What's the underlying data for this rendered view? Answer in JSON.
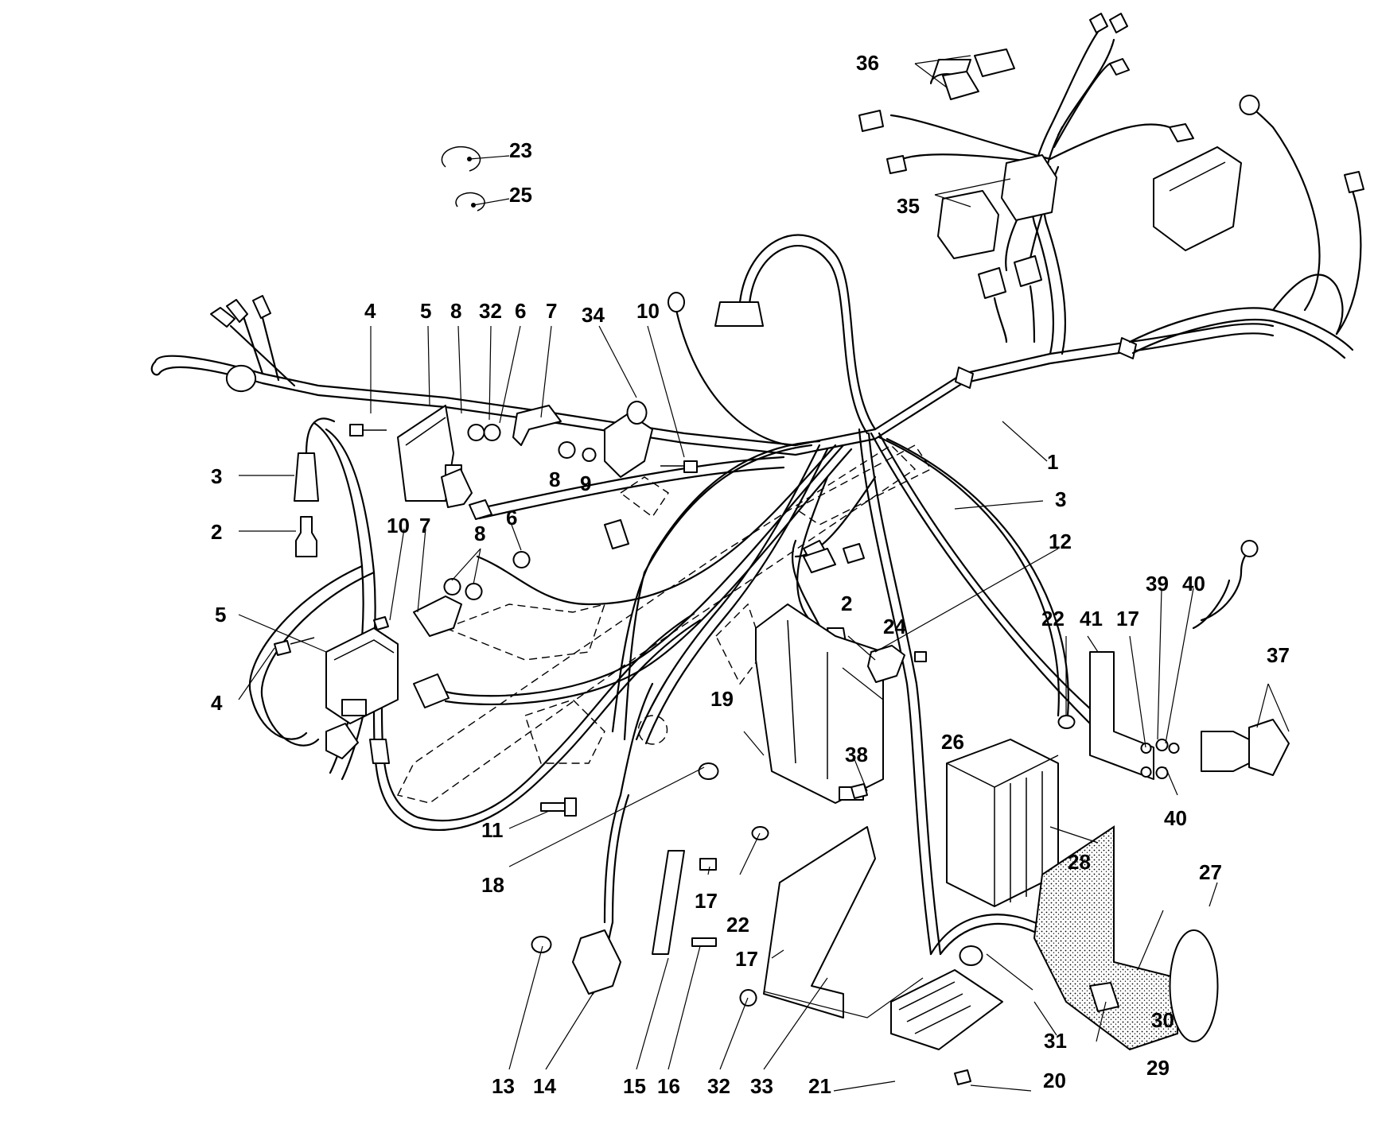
{
  "diagram": {
    "callouts": [
      {
        "id": "c1",
        "label": "1"
      },
      {
        "id": "c2a",
        "label": "2"
      },
      {
        "id": "c2b",
        "label": "2"
      },
      {
        "id": "c3a",
        "label": "3"
      },
      {
        "id": "c3b",
        "label": "3"
      },
      {
        "id": "c4a",
        "label": "4"
      },
      {
        "id": "c4b",
        "label": "4"
      },
      {
        "id": "c5a",
        "label": "5"
      },
      {
        "id": "c5b",
        "label": "5"
      },
      {
        "id": "c6a",
        "label": "6"
      },
      {
        "id": "c6b",
        "label": "6"
      },
      {
        "id": "c7a",
        "label": "7"
      },
      {
        "id": "c7b",
        "label": "7"
      },
      {
        "id": "c8a",
        "label": "8"
      },
      {
        "id": "c8b",
        "label": "8"
      },
      {
        "id": "c8c",
        "label": "8"
      },
      {
        "id": "c9",
        "label": "9"
      },
      {
        "id": "c10a",
        "label": "10"
      },
      {
        "id": "c10b",
        "label": "10"
      },
      {
        "id": "c11",
        "label": "11"
      },
      {
        "id": "c12",
        "label": "12"
      },
      {
        "id": "c13",
        "label": "13"
      },
      {
        "id": "c14",
        "label": "14"
      },
      {
        "id": "c15",
        "label": "15"
      },
      {
        "id": "c16",
        "label": "16"
      },
      {
        "id": "c17a",
        "label": "17"
      },
      {
        "id": "c17b",
        "label": "17"
      },
      {
        "id": "c17c",
        "label": "17"
      },
      {
        "id": "c18",
        "label": "18"
      },
      {
        "id": "c19",
        "label": "19"
      },
      {
        "id": "c20",
        "label": "20"
      },
      {
        "id": "c21",
        "label": "21"
      },
      {
        "id": "c22a",
        "label": "22"
      },
      {
        "id": "c22b",
        "label": "22"
      },
      {
        "id": "c23",
        "label": "23"
      },
      {
        "id": "c24",
        "label": "24"
      },
      {
        "id": "c25",
        "label": "25"
      },
      {
        "id": "c26",
        "label": "26"
      },
      {
        "id": "c27",
        "label": "27"
      },
      {
        "id": "c28",
        "label": "28"
      },
      {
        "id": "c29",
        "label": "29"
      },
      {
        "id": "c30",
        "label": "30"
      },
      {
        "id": "c31",
        "label": "31"
      },
      {
        "id": "c32a",
        "label": "32"
      },
      {
        "id": "c32b",
        "label": "32"
      },
      {
        "id": "c33",
        "label": "33"
      },
      {
        "id": "c34",
        "label": "34"
      },
      {
        "id": "c35",
        "label": "35"
      },
      {
        "id": "c36",
        "label": "36"
      },
      {
        "id": "c37",
        "label": "37"
      },
      {
        "id": "c38",
        "label": "38"
      },
      {
        "id": "c39",
        "label": "39"
      },
      {
        "id": "c40a",
        "label": "40"
      },
      {
        "id": "c40b",
        "label": "40"
      },
      {
        "id": "c41",
        "label": "41"
      }
    ]
  }
}
